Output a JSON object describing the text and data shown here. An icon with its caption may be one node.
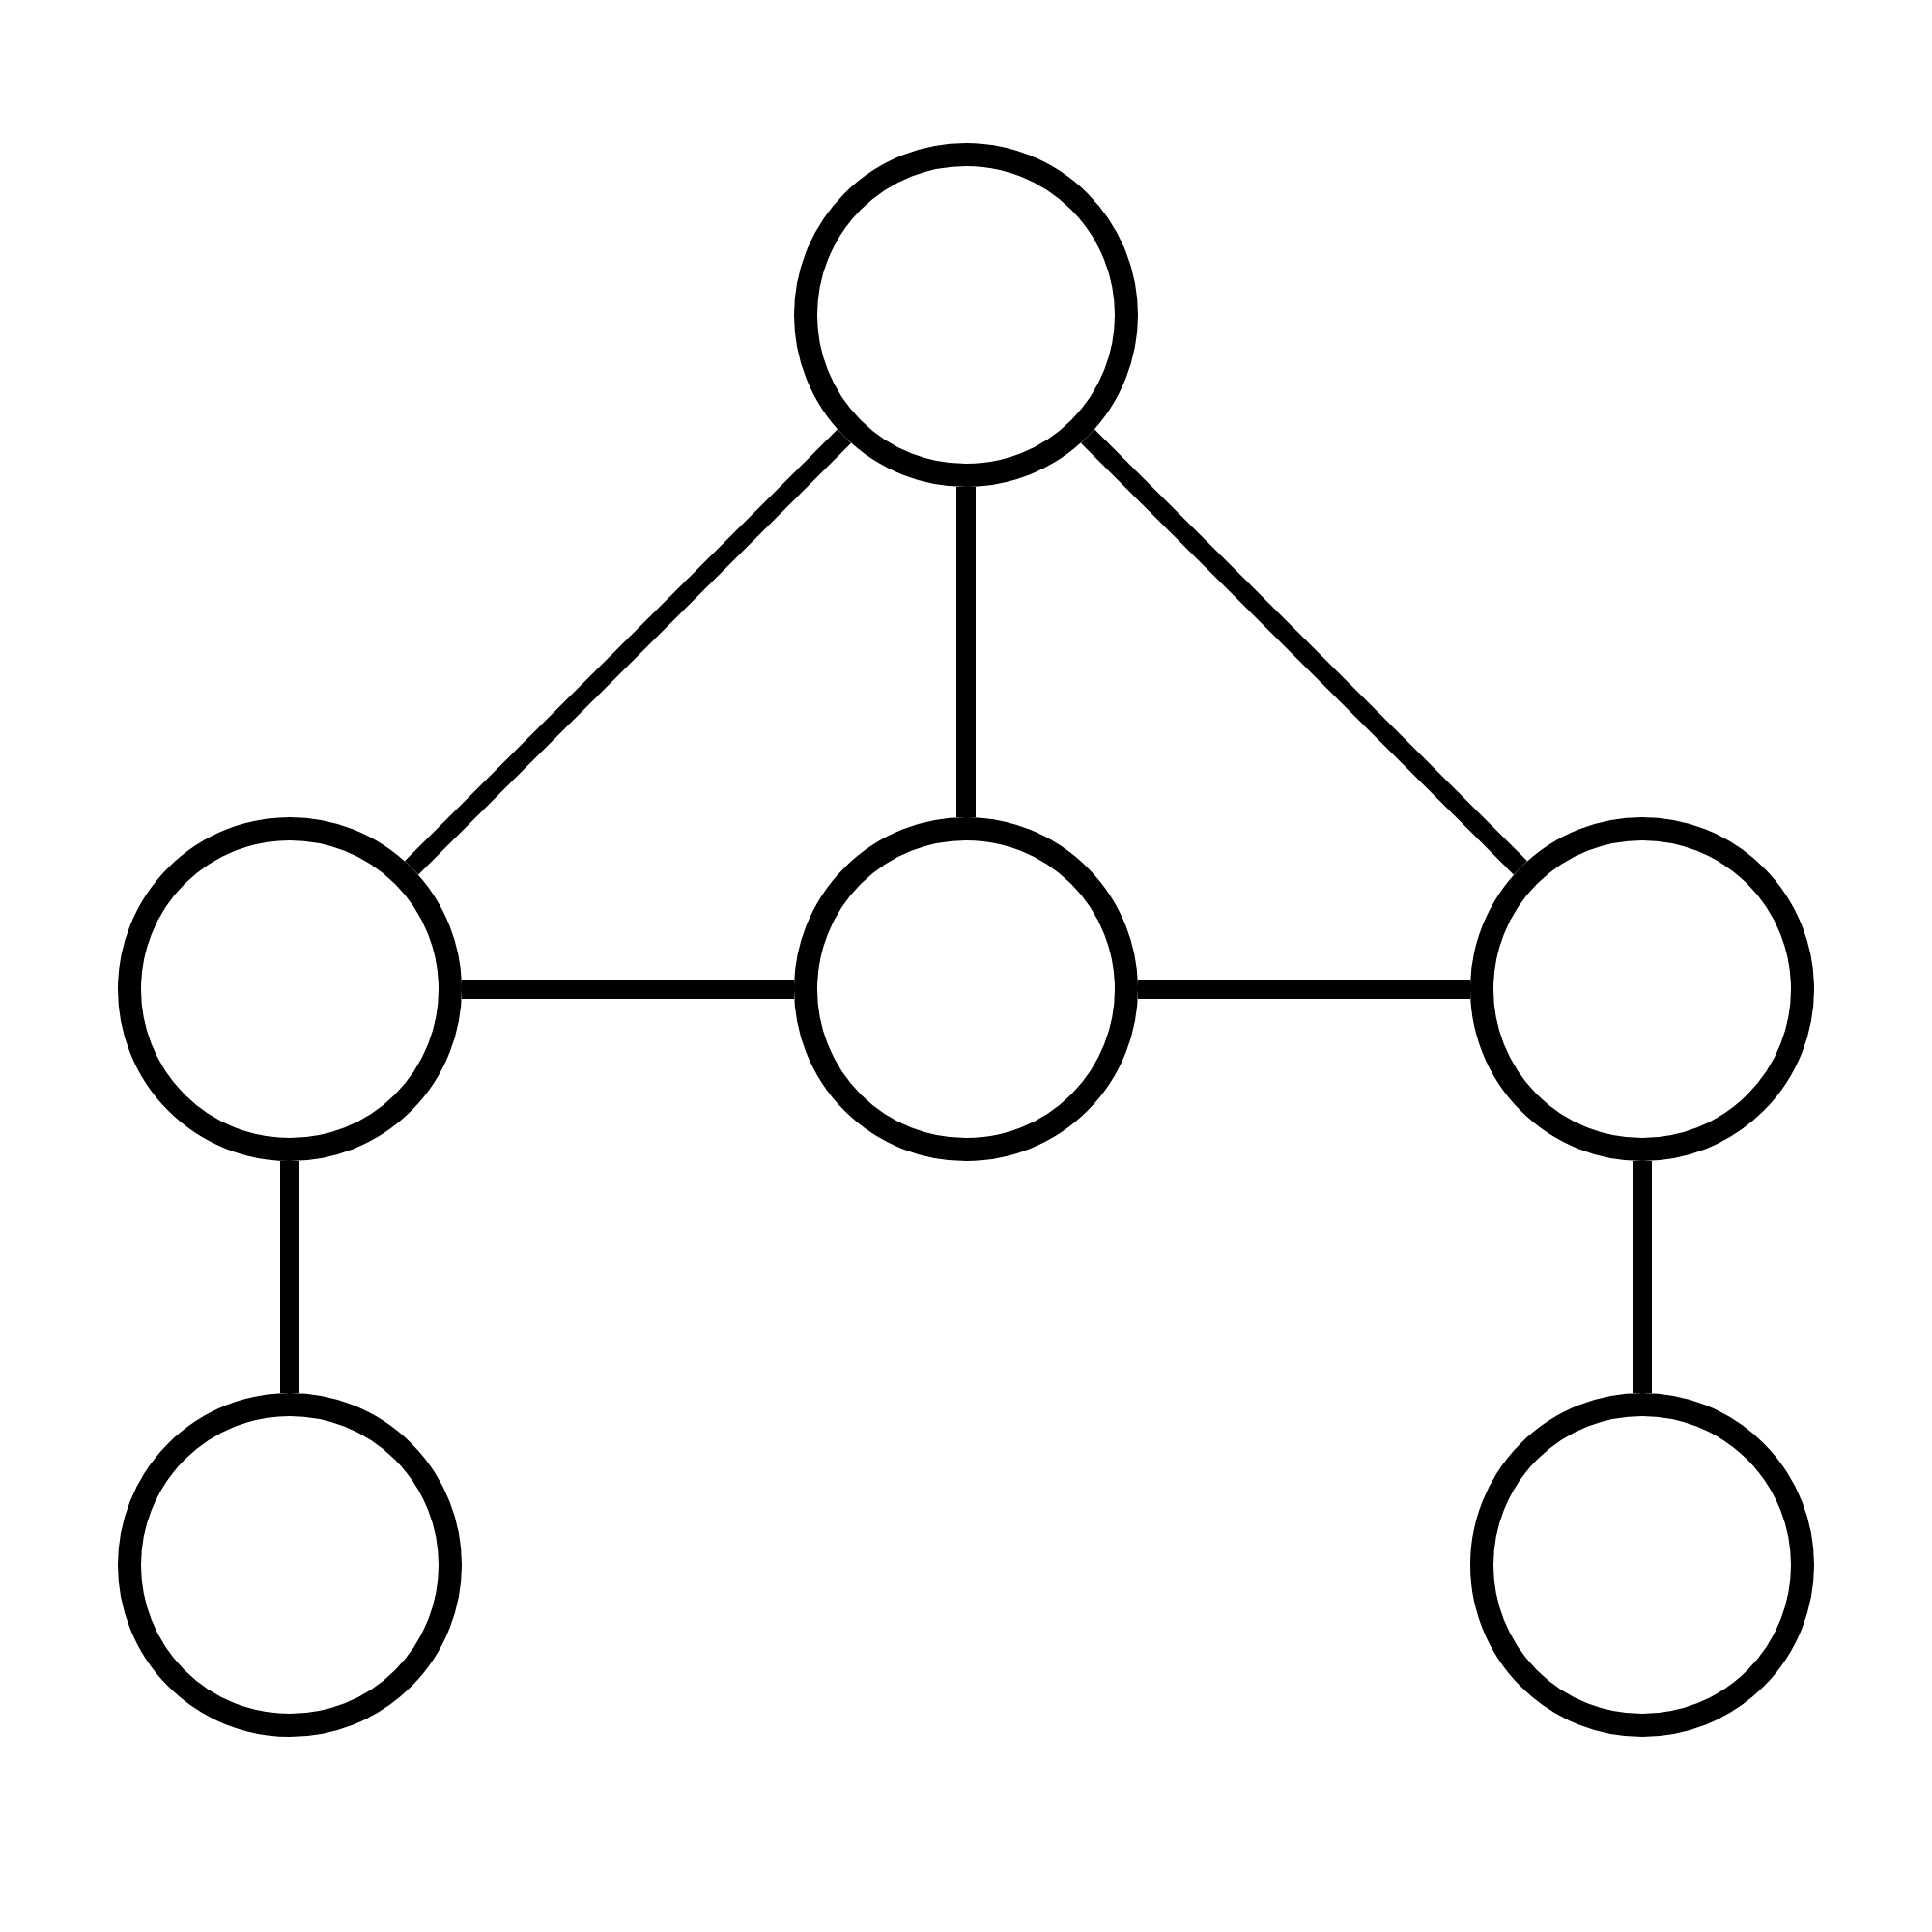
{
  "diagram": {
    "nodes": [
      {
        "text": [],
        "shape": "circle"
      },
      {
        "text": [],
        "shape": "circle"
      },
      {
        "text": [],
        "shape": "circle"
      },
      {
        "text": [],
        "shape": "circle"
      },
      {
        "text": [],
        "shape": "circle"
      },
      {
        "text": [],
        "shape": "circle"
      }
    ],
    "edges": [
      {
        "from": 0,
        "to": 1,
        "arrow": "none"
      },
      {
        "from": 0,
        "to": 2,
        "arrow": "none"
      },
      {
        "from": 0,
        "to": 3,
        "arrow": "none"
      },
      {
        "from": 1,
        "to": 2,
        "arrow": "none"
      },
      {
        "from": 2,
        "to": 3,
        "arrow": "none"
      },
      {
        "from": 1,
        "to": 4,
        "arrow": "none"
      },
      {
        "from": 3,
        "to": 5,
        "arrow": "none"
      }
    ]
  }
}
